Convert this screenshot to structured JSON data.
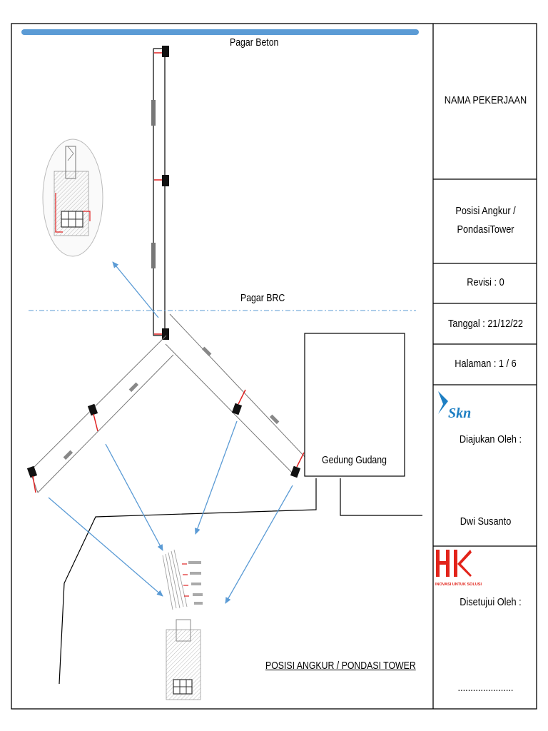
{
  "drawing": {
    "fence_concrete_label": "Pagar Beton",
    "fence_brc_label": "Pagar BRC",
    "warehouse_label": "Gedung Gudang",
    "drawing_title": "POSISI ANGKUR / PONDASI TOWER"
  },
  "title_block": {
    "job_name": "NAMA PEKERJAAN",
    "description_line1": "Posisi Angkur /",
    "description_line2": "PondasiTower",
    "revision": "Revisi : 0",
    "date": "Tanggal : 21/12/22",
    "page": "Halaman : 1 / 6",
    "submitted_by_label": "Diajukan Oleh :",
    "submitted_by_name": "Dwi Susanto",
    "approved_by_label": "Disetujui Oleh :",
    "approved_by_name": "......................",
    "logo_submitter": "Skn",
    "logo_approver": "HK",
    "logo_approver_tagline": "INOVASI UNTUK SOLUSI"
  },
  "colors": {
    "top_bar": "#5b9bd5",
    "arrow": "#5b9bd5",
    "brc_line": "#5b9bd5",
    "anchor_mark": "#e02020",
    "hk_logo": "#e2231a",
    "skn_logo": "#1e7fc3"
  }
}
